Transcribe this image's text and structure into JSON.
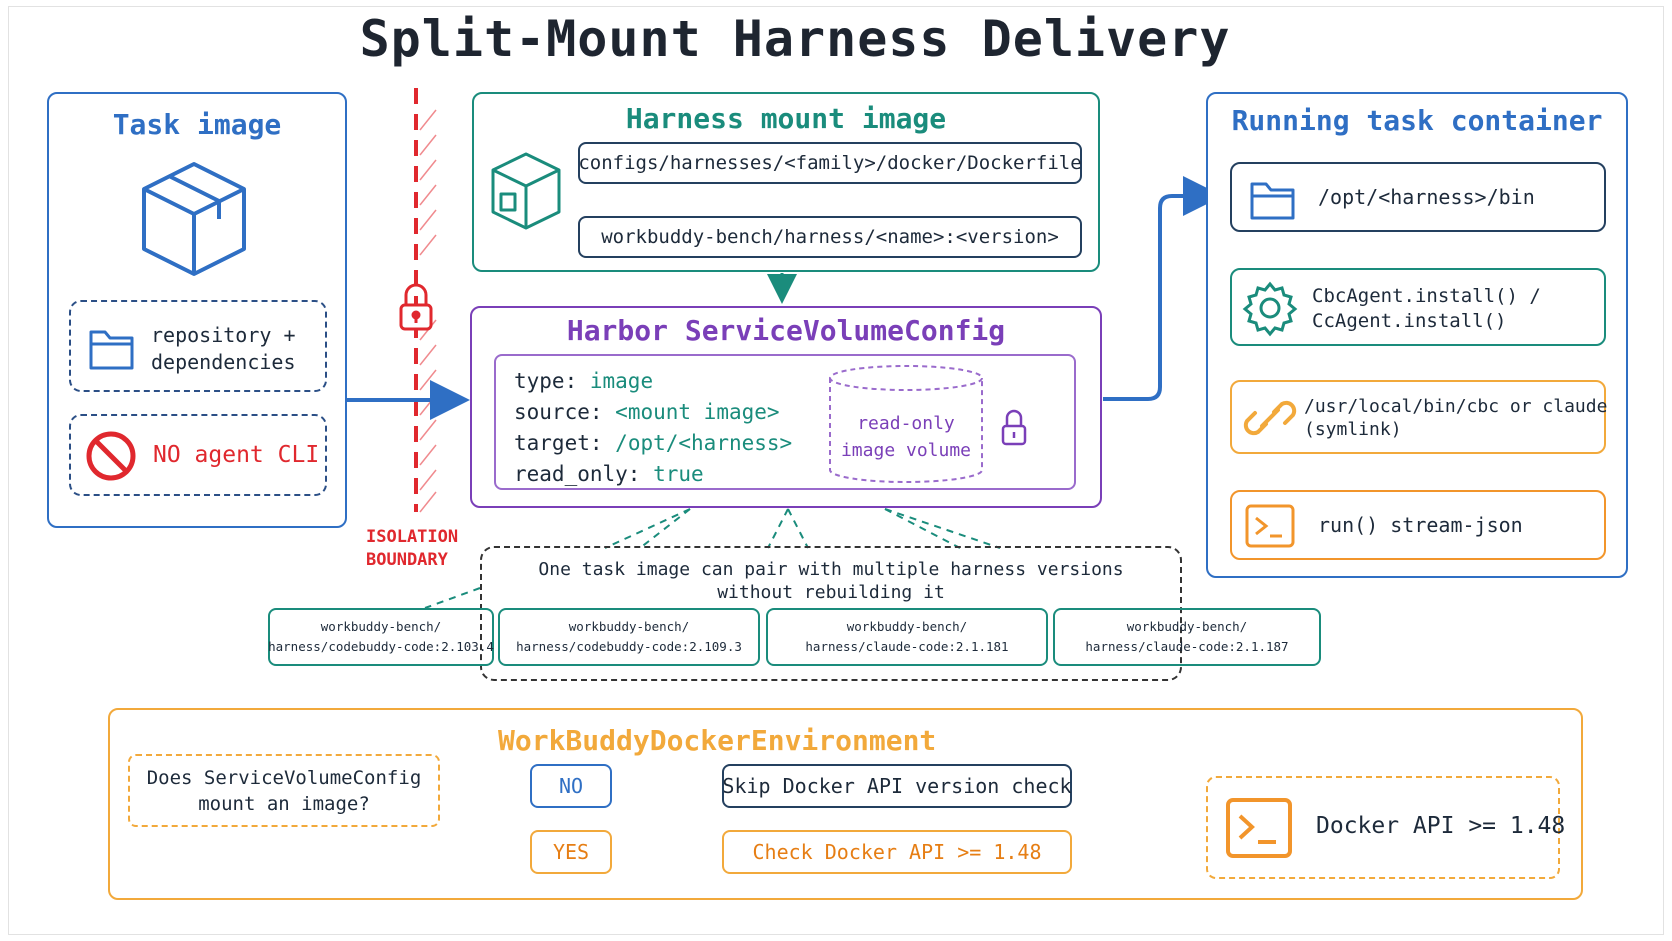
{
  "title": "Split-Mount Harness Delivery",
  "task_image": {
    "heading": "Task image",
    "repo_label": "repository +\ndependencies",
    "no_cli_label": "NO agent CLI"
  },
  "isolation": {
    "label": "ISOLATION\nBOUNDARY"
  },
  "harness_mount": {
    "heading": "Harness mount image",
    "dockerfile": "configs/harnesses/<family>/docker/Dockerfile",
    "image_tag": "workbuddy-bench/harness/<name>:<version>"
  },
  "harbor": {
    "heading": "Harbor ServiceVolumeConfig",
    "fields": [
      {
        "key": "type:",
        "value": "image"
      },
      {
        "key": "source:",
        "value": "<mount image>"
      },
      {
        "key": "target:",
        "value": "/opt/<harness>"
      },
      {
        "key": "read_only:",
        "value": "true"
      }
    ],
    "volume_label": "read-only\nimage volume"
  },
  "running": {
    "heading": "Running task container",
    "steps": [
      {
        "icon": "folder-icon",
        "label": "/opt/<harness>/bin"
      },
      {
        "icon": "gear-icon",
        "label": "CbcAgent.install() /\nCcAgent.install()"
      },
      {
        "icon": "link-icon",
        "label": "/usr/local/bin/cbc or claude\n(symlink)"
      },
      {
        "icon": "terminal-icon",
        "label": "run() stream-json"
      }
    ]
  },
  "pairing": {
    "note": "One task image can pair with multiple harness versions\nwithout rebuilding it",
    "versions": [
      "workbuddy-bench/\nharness/codebuddy-code:2.103.4",
      "workbuddy-bench/\nharness/codebuddy-code:2.109.3",
      "workbuddy-bench/\nharness/claude-code:2.1.181",
      "workbuddy-bench/\nharness/claude-code:2.1.187"
    ]
  },
  "env": {
    "heading": "WorkBuddyDockerEnvironment",
    "question": "Does ServiceVolumeConfig\nmount an image?",
    "no": "NO",
    "yes": "YES",
    "skip": "Skip Docker API version check",
    "check": "Check Docker API >= 1.48",
    "result": "Docker API >= 1.48"
  },
  "colors": {
    "blue": "#2f6fc4",
    "teal": "#1a8c7c",
    "purple": "#7a3fb8",
    "orange": "#f2a93b",
    "red": "#e0282e"
  }
}
